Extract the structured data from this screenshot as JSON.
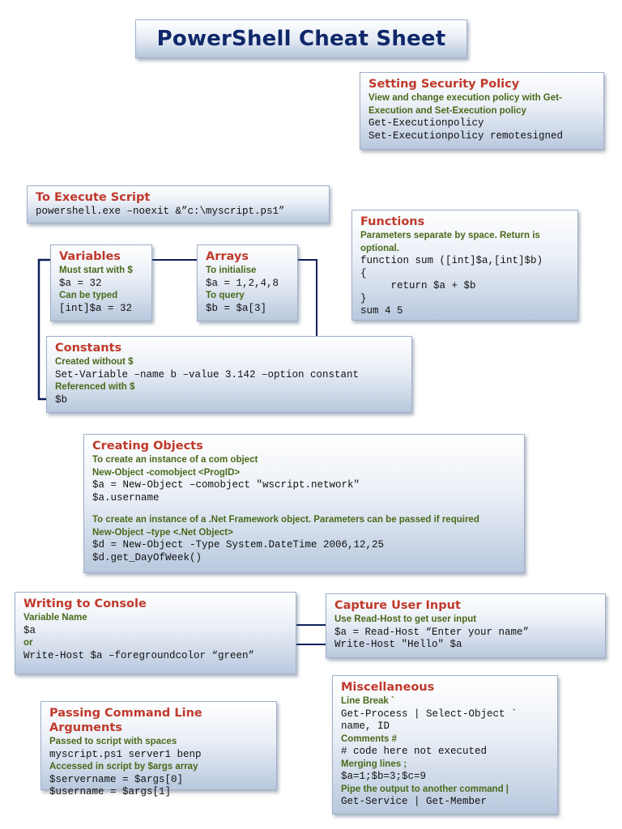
{
  "title": "PowerShell Cheat Sheet",
  "security": {
    "heading": "Setting Security Policy",
    "note1": "View and change execution policy with Get-",
    "note2": "Execution and Set-Execution policy",
    "code1": "Get-Executionpolicy",
    "code2": "Set-Executionpolicy remotesigned"
  },
  "execute": {
    "heading": "To Execute Script",
    "code1": "powershell.exe –noexit &”c:\\myscript.ps1”"
  },
  "functions": {
    "heading": "Functions",
    "note1": "Parameters separate by space. Return is",
    "note2": "optional.",
    "code1": "function sum ([int]$a,[int]$b)",
    "code2": "{",
    "code3": "     return $a + $b",
    "code4": "}",
    "code5": "sum 4 5"
  },
  "variables": {
    "heading": "Variables",
    "note1": "Must start with $",
    "code1": "$a = 32",
    "note2": "Can be typed",
    "code2": "[int]$a = 32"
  },
  "arrays": {
    "heading": "Arrays",
    "note1": "To initialise",
    "code1": "$a = 1,2,4,8",
    "note2": "To query",
    "code2": "$b = $a[3]"
  },
  "constants": {
    "heading": "Constants",
    "note1": "Created without $",
    "code1": "Set-Variable –name b –value 3.142 –option constant",
    "note2": "Referenced with $",
    "code2": "$b"
  },
  "objects": {
    "heading": "Creating Objects",
    "note1": "To create an instance of a com object",
    "note2": "New-Object -comobject <ProgID>",
    "code1": "$a = New-Object –comobject \"wscript.network\"",
    "code2": "$a.username",
    "note3": "To create an instance of a .Net Framework object.  Parameters can be passed if required",
    "note4": "New-Object –type <.Net Object>",
    "code3": "$d = New-Object -Type System.DateTime 2006,12,25",
    "code4": "$d.get_DayOfWeek()"
  },
  "console": {
    "heading": "Writing to Console",
    "note1": "Variable Name",
    "code1": "$a",
    "note2": "or",
    "code2": "Write-Host $a –foregroundcolor “green”"
  },
  "input": {
    "heading": "Capture User Input",
    "note1": "Use Read-Host to get user input",
    "code1": "$a = Read-Host “Enter your name”",
    "code2": "Write-Host \"Hello\" $a"
  },
  "args": {
    "heading": "Passing Command Line Arguments",
    "note1": "Passed to script with spaces",
    "code1": "myscript.ps1 server1 benp",
    "note2": "Accessed in script by $args array",
    "code2": "$servername = $args[0]",
    "code3": "$username = $args[1]"
  },
  "misc": {
    "heading": "Miscellaneous",
    "note1": "Line Break `",
    "code1": "Get-Process | Select-Object `",
    "code2": "name, ID",
    "note2": "Comments #",
    "code3": "# code here not executed",
    "note3": "Merging lines ;",
    "code4": "$a=1;$b=3;$c=9",
    "note4": "Pipe the output to another command |",
    "code5": "Get-Service | Get-Member"
  },
  "colors": {
    "title": "#10286a",
    "heading": "#c0392b",
    "note": "#4a6a1a",
    "connector": "#0e1f5a"
  }
}
